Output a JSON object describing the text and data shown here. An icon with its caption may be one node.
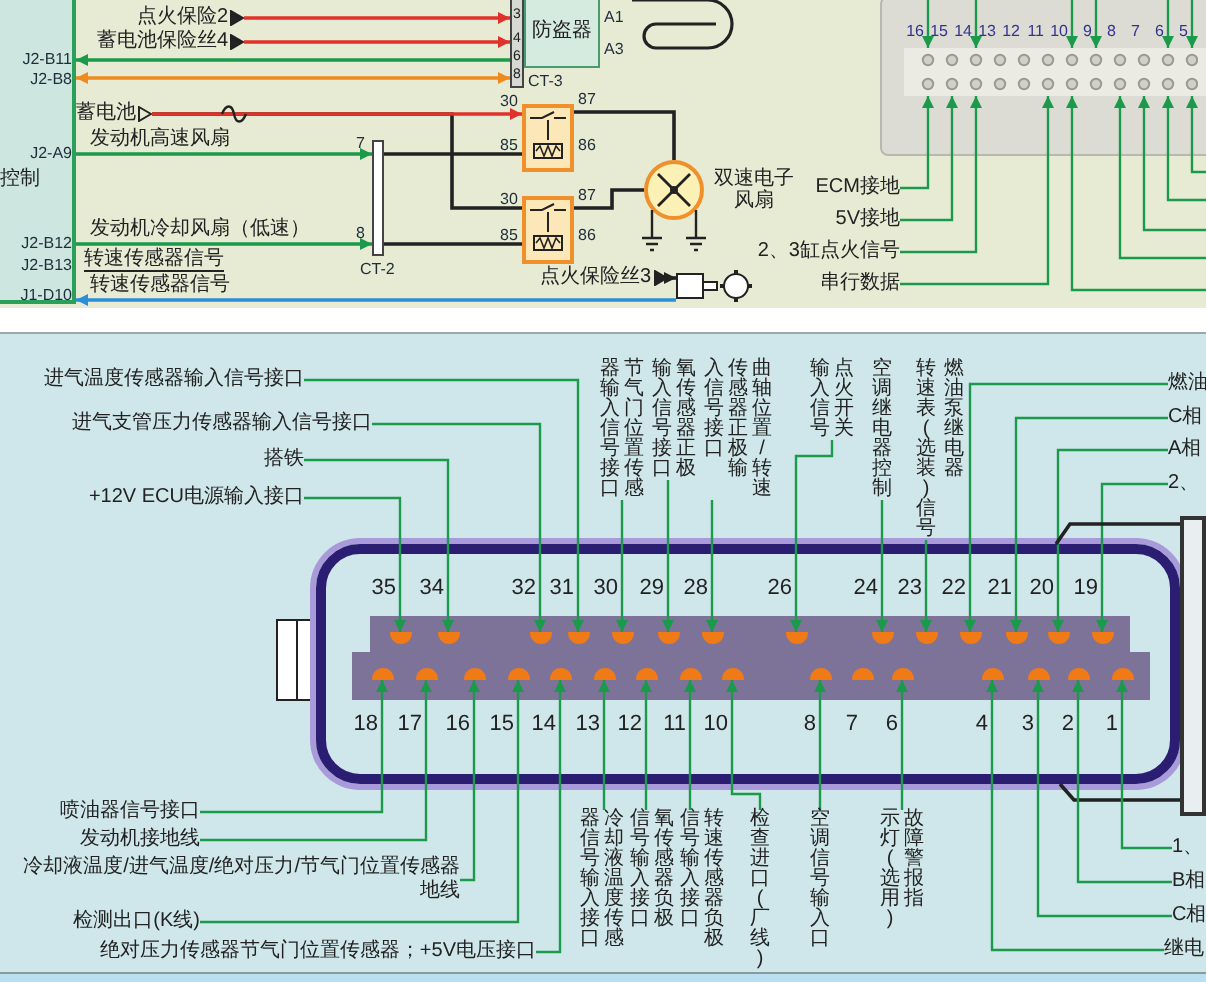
{
  "diagram": {
    "nodes": [
      {
        "text": [
          "控制"
        ]
      },
      {
        "text": [
          "点火保险2"
        ]
      },
      {
        "text": [
          "蓄电池保险丝4"
        ]
      },
      {
        "text": [
          "3",
          "4",
          "6",
          "8"
        ],
        "beside": [
          "CT-3"
        ]
      },
      {
        "text": [
          "防盗器"
        ],
        "beside": [
          "A1",
          "A3"
        ]
      },
      {
        "text": [
          "蓄电池"
        ]
      },
      {
        "text": [],
        "shape": "box",
        "beside": [
          "30",
          "87",
          "85",
          "86"
        ]
      },
      {
        "text": [],
        "shape": "bar",
        "beside": [
          "7",
          "8",
          "CT-2"
        ]
      },
      {
        "text": [],
        "shape": "box",
        "beside": [
          "30",
          "87",
          "85",
          "86"
        ]
      },
      {
        "text": [],
        "shape": "circle",
        "beside": [
          "双速电子风扇"
        ]
      },
      {
        "text": [
          "点火保险丝3"
        ]
      },
      {
        "text": [],
        "shape": "picture"
      },
      {
        "text": [],
        "shape": "box",
        "beside": [
          "16",
          "15",
          "14",
          "13",
          "12",
          "11",
          "10",
          "9",
          "8",
          "7",
          "6",
          "5"
        ]
      },
      {
        "text": [
          "ECM接地"
        ]
      },
      {
        "text": [
          "5V接地"
        ]
      },
      {
        "text": [
          "2、3缸点火信号"
        ]
      },
      {
        "text": [
          "串行数据"
        ]
      },
      {
        "text": [
          "进气温度传感器输入信号接口"
        ]
      },
      {
        "text": [
          "进气支管压力传感器输入信号接口"
        ]
      },
      {
        "text": [
          "搭铁"
        ]
      },
      {
        "text": [
          "+12V ECU电源输入接口"
        ]
      },
      {
        "text": [
          "器输入信号接口",
          "节气门位置传感"
        ]
      },
      {
        "text": [
          "输入信号接口",
          "氧传感器正极"
        ]
      },
      {
        "text": [
          "入信号接口",
          "传感器正极输",
          "曲轴位置/转速"
        ]
      },
      {
        "text": [
          "输入信号",
          "点火开关"
        ]
      },
      {
        "text": [
          "空调继电器控制"
        ]
      },
      {
        "text": [
          "转速表(选装)信号"
        ]
      },
      {
        "text": [
          "燃油"
        ]
      },
      {
        "text": [
          "C相"
        ]
      },
      {
        "text": [
          "A相"
        ]
      },
      {
        "text": [
          "2、"
        ]
      },
      {
        "text": [],
        "shape": "box"
      },
      {
        "text": [],
        "shape": "circle",
        "in": 31,
        "beside": [
          "35"
        ]
      },
      {
        "text": [],
        "shape": "circle",
        "in": 31,
        "beside": [
          "34"
        ]
      },
      {
        "text": [],
        "shape": "circle",
        "in": 31,
        "beside": [
          "32"
        ]
      },
      {
        "text": [],
        "shape": "circle",
        "in": 31,
        "beside": [
          "31"
        ]
      },
      {
        "text": [],
        "shape": "circle",
        "in": 31,
        "beside": [
          "30"
        ]
      },
      {
        "text": [],
        "shape": "circle",
        "in": 31,
        "beside": [
          "29"
        ]
      },
      {
        "text": [],
        "shape": "circle",
        "in": 31,
        "beside": [
          "28"
        ]
      },
      {
        "text": [],
        "shape": "circle",
        "in": 31,
        "beside": [
          "26"
        ]
      },
      {
        "text": [],
        "shape": "circle",
        "in": 31,
        "beside": [
          "24"
        ]
      },
      {
        "text": [],
        "shape": "circle",
        "in": 31,
        "beside": [
          "23"
        ]
      },
      {
        "text": [],
        "shape": "circle",
        "in": 31,
        "beside": [
          "22"
        ]
      },
      {
        "text": [],
        "shape": "circle",
        "in": 31,
        "beside": [
          "21"
        ]
      },
      {
        "text": [],
        "shape": "circle",
        "in": 31,
        "beside": [
          "20"
        ]
      },
      {
        "text": [],
        "shape": "circle",
        "in": 31,
        "beside": [
          "19"
        ]
      },
      {
        "text": [],
        "shape": "circle",
        "in": 31,
        "beside": [
          "18"
        ]
      },
      {
        "text": [],
        "shape": "circle",
        "in": 31,
        "beside": [
          "17"
        ]
      },
      {
        "text": [],
        "shape": "circle",
        "in": 31,
        "beside": [
          "16"
        ]
      },
      {
        "text": [],
        "shape": "circle",
        "in": 31,
        "beside": [
          "15"
        ]
      },
      {
        "text": [],
        "shape": "circle",
        "in": 31,
        "beside": [
          "14"
        ]
      },
      {
        "text": [],
        "shape": "circle",
        "in": 31,
        "beside": [
          "13"
        ]
      },
      {
        "text": [],
        "shape": "circle",
        "in": 31,
        "beside": [
          "12"
        ]
      },
      {
        "text": [],
        "shape": "circle",
        "in": 31,
        "beside": [
          "11"
        ]
      },
      {
        "text": [],
        "shape": "circle",
        "in": 31,
        "beside": [
          "10"
        ]
      },
      {
        "text": [],
        "shape": "circle",
        "in": 31,
        "beside": [
          "8"
        ]
      },
      {
        "text": [],
        "shape": "circle",
        "in": 31,
        "beside": [
          "7"
        ]
      },
      {
        "text": [],
        "shape": "circle",
        "in": 31,
        "beside": [
          "6"
        ]
      },
      {
        "text": [],
        "shape": "circle",
        "in": 31,
        "beside": [
          "4"
        ]
      },
      {
        "text": [],
        "shape": "circle",
        "in": 31,
        "beside": [
          "3"
        ]
      },
      {
        "text": [],
        "shape": "circle",
        "in": 31,
        "beside": [
          "2"
        ]
      },
      {
        "text": [],
        "shape": "circle",
        "in": 31,
        "beside": [
          "1"
        ]
      },
      {
        "text": [],
        "shape": "box"
      },
      {
        "text": [
          "喷油器信号接口"
        ]
      },
      {
        "text": [
          "发动机接地线"
        ]
      },
      {
        "text": [
          "冷却液温度/进气温度/绝对压力/节气门位置传感器地线"
        ]
      },
      {
        "text": [
          "检测出口(K线)"
        ]
      },
      {
        "text": [
          "绝对压力传感器节气门位置传感器；+5V电压接口"
        ]
      },
      {
        "text": [
          "器信号输入接口",
          "冷却液温度传感"
        ]
      },
      {
        "text": [
          "信号输入接口",
          "氧传感器负极"
        ]
      },
      {
        "text": [
          "信号输入接口",
          "转速传感器负极"
        ]
      },
      {
        "text": [
          "检查进口(厂线)"
        ]
      },
      {
        "text": [
          "空调信号输入口"
        ]
      },
      {
        "text": [
          "示灯(选用)",
          "故障警报指"
        ]
      },
      {
        "text": [
          "1、"
        ]
      },
      {
        "text": [
          "B相"
        ]
      },
      {
        "text": [
          "C相"
        ]
      },
      {
        "text": [
          "继电"
        ]
      }
    ],
    "edges": [
      {
        "from": 1,
        "to": 3,
        "arrow": "to",
        "color": "#e0322a"
      },
      {
        "from": 2,
        "to": 3,
        "arrow": "to",
        "color": "#e0322a"
      },
      {
        "from": 3,
        "to": 0,
        "arrow": "to"
      },
      {
        "from": 3,
        "to": 0,
        "arrow": "both",
        "color": "#f08a1c"
      },
      {
        "from": 5,
        "to": 8,
        "arrow": "none",
        "color": "#222222"
      },
      {
        "from": 5,
        "to": 6,
        "arrow": "to",
        "color": "#e0322a"
      },
      {
        "from": 0,
        "to": 7,
        "arrow": "to",
        "label": "发动机高速风扇"
      },
      {
        "from": 0,
        "to": 7,
        "arrow": "to",
        "label": "发动机冷却风扇（低速）"
      },
      {
        "from": 7,
        "to": 6,
        "arrow": "none",
        "color": "#222222"
      },
      {
        "from": 7,
        "to": 8,
        "arrow": "none",
        "color": "#222222"
      },
      {
        "from": 6,
        "to": 9,
        "arrow": "none",
        "color": "#222222"
      },
      {
        "from": 8,
        "to": 9,
        "arrow": "none",
        "color": "#222222"
      },
      {
        "from": 10,
        "to": 11,
        "arrow": "to",
        "color": "#222222"
      },
      {
        "from": 11,
        "to": 0,
        "arrow": "to",
        "label": "转速传感器信号",
        "color": "#2a8fd8"
      },
      {
        "from": 13,
        "to": 12,
        "arrow": "to"
      },
      {
        "from": 14,
        "to": 12,
        "arrow": "to"
      },
      {
        "from": 15,
        "to": 12,
        "arrow": "to"
      },
      {
        "from": 16,
        "to": 12,
        "arrow": "to"
      },
      {
        "from": null,
        "to": 12,
        "arrow": "to"
      },
      {
        "from": null,
        "to": 12,
        "arrow": "to"
      },
      {
        "from": null,
        "to": 12,
        "arrow": "to"
      },
      {
        "from": null,
        "to": 12,
        "arrow": "to"
      },
      {
        "from": null,
        "to": 12,
        "arrow": "to"
      },
      {
        "from": null,
        "to": 12,
        "arrow": "to"
      },
      {
        "from": null,
        "to": 12,
        "arrow": "to"
      },
      {
        "from": null,
        "to": 12,
        "arrow": "to"
      },
      {
        "from": null,
        "to": 12,
        "arrow": "to"
      },
      {
        "from": null,
        "to": 12,
        "arrow": "to"
      },
      {
        "from": null,
        "to": 12,
        "arrow": "to"
      },
      {
        "from": 17,
        "to": 35,
        "arrow": "to"
      },
      {
        "from": 18,
        "to": 34,
        "arrow": "to"
      },
      {
        "from": 19,
        "to": 33,
        "arrow": "to"
      },
      {
        "from": 20,
        "to": 32,
        "arrow": "to"
      },
      {
        "from": 21,
        "to": 36,
        "arrow": "to"
      },
      {
        "from": 22,
        "to": 37,
        "arrow": "to"
      },
      {
        "from": 23,
        "to": 38,
        "arrow": "to"
      },
      {
        "from": 24,
        "to": 39,
        "arrow": "to"
      },
      {
        "from": 25,
        "to": 40,
        "arrow": "to"
      },
      {
        "from": 26,
        "to": 41,
        "arrow": "to"
      },
      {
        "from": 27,
        "to": 42,
        "arrow": "to"
      },
      {
        "from": 28,
        "to": 43,
        "arrow": "to"
      },
      {
        "from": 29,
        "to": 44,
        "arrow": "to"
      },
      {
        "from": 30,
        "to": 45,
        "arrow": "to"
      },
      {
        "from": 62,
        "to": 31,
        "arrow": "none",
        "color": "#222222"
      },
      {
        "from": 62,
        "to": 31,
        "arrow": "none",
        "color": "#222222"
      },
      {
        "from": 63,
        "to": 46,
        "arrow": "to"
      },
      {
        "from": 64,
        "to": 47,
        "arrow": "to"
      },
      {
        "from": 65,
        "to": 48,
        "arrow": "to"
      },
      {
        "from": 66,
        "to": 49,
        "arrow": "to"
      },
      {
        "from": 67,
        "to": 50,
        "arrow": "to"
      },
      {
        "from": 68,
        "to": 51,
        "arrow": "to"
      },
      {
        "from": 69,
        "to": 52,
        "arrow": "to"
      },
      {
        "from": 70,
        "to": 53,
        "arrow": "to"
      },
      {
        "from": 71,
        "to": 54,
        "arrow": "to"
      },
      {
        "from": 72,
        "to": 55,
        "arrow": "to"
      },
      {
        "from": 73,
        "to": 57,
        "arrow": "to"
      },
      {
        "from": 74,
        "to": 61,
        "arrow": "to"
      },
      {
        "from": 75,
        "to": 60,
        "arrow": "to"
      },
      {
        "from": 76,
        "to": 59,
        "arrow": "to"
      },
      {
        "from": 77,
        "to": 58,
        "arrow": "to"
      }
    ],
    "labels": [
      "J2-B11",
      "J2-B8",
      "J2-A9",
      "J2-B12",
      "J2-B13",
      "转速传感器信号",
      "J1-D10",
      "燃油泵继电器"
    ]
  }
}
